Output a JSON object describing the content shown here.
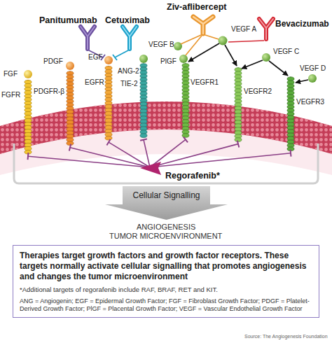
{
  "diagram": {
    "nodes": [
      {
        "text": [
          "Cellular Signalling"
        ]
      },
      {
        "text": [
          "Therapies target growth factors and growth factor receptors. These targets normally activate cellular signalling that promotes angiogenesis and changes the tumor microenvironment",
          "*Additional targets of regorafenib include RAF, BRAF, RET and KIT.",
          "ANG = Angiogenin; EGF = Epidermal Growth Factor; FGF = Fibroblast Growth Factor; PDGF = Platelet-Derived Growth Factor; PlGF = Placental Growth Factor; VEGF = Vascular Endothelial Growth Factor"
        ]
      }
    ],
    "labels": [
      "Ziv-aflibercept",
      "Panitumumab",
      "Cetuximab",
      "Bevacizumab",
      "EGF",
      "ANG-2",
      "VEGF B",
      "PlGF",
      "VEGF A",
      "VEGF C",
      "VEGF D",
      "PDGF",
      "FGF",
      "FGFR",
      "PDGFR-β",
      "EGFR",
      "TIE-2",
      "VEGFR1",
      "VEGFR2",
      "VEGFR3",
      "Regorafenib*",
      "ANGIOGENESIS",
      "TUMOR MICROENVIRONMENT",
      "Source: The Angiogenesis Foundation"
    ]
  }
}
